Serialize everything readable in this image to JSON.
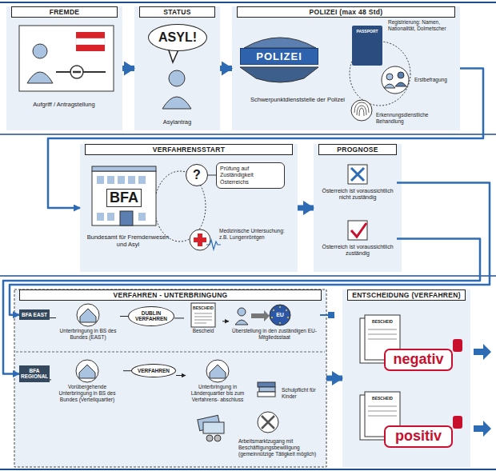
{
  "diagram": {
    "nodes": [
      {
        "text": [
          "FREMDE",
          "Aufgriff / Antragstellung"
        ]
      },
      {
        "text": [
          "STATUS",
          "Asylantrag"
        ]
      },
      {
        "text": [
          "ASYL!"
        ],
        "in": 1
      },
      {
        "text": [
          "POLIZEI (max 48 Std)",
          "Schwerpunktdienststelle der Polizei"
        ]
      },
      {
        "text": [
          "POLIZEI"
        ],
        "in": 3
      },
      {
        "text": [
          "PASSPORT"
        ],
        "in": 3
      },
      {
        "text": [
          "VERFAHRENSSTART",
          "Bundesamt für Fremdenwesen und Asyl"
        ]
      },
      {
        "text": [
          "BFA"
        ],
        "in": 6
      },
      {
        "text": [
          "?"
        ],
        "in": 6
      },
      {
        "text": [
          "Prüfung auf Zuständigkeit Österreichs"
        ],
        "in": 6
      },
      {
        "text": [
          "PROGNOSE"
        ]
      },
      {
        "text": [
          "Österreich ist voraussichtlich nicht zuständig"
        ],
        "in": 10
      },
      {
        "text": [
          "Österreich ist voraussichtlich zuständig"
        ],
        "in": 10
      },
      {
        "text": [
          "VERFAHREN - UNTERBRINGUNG"
        ]
      },
      {
        "text": [
          "BFA EAST"
        ],
        "in": 13
      },
      {
        "text": [
          "Unterbringung in BS des Bundes (EAST)"
        ],
        "in": 13
      },
      {
        "text": [
          "DUBLIN VERFAHREN"
        ],
        "in": 13
      },
      {
        "text": [
          "BESCHEID",
          "Bescheid"
        ],
        "in": 13
      },
      {
        "text": [
          "EU",
          "Überstellung in den zuständigen EU-Mitgliedsstaat"
        ],
        "in": 13
      },
      {
        "text": [
          "BFA REGIONAL"
        ],
        "in": 13
      },
      {
        "text": [
          "Vorübergehende Unterbringung in BS des Bundes (Verteilquartier)"
        ],
        "in": 13
      },
      {
        "text": [
          "VERFAHREN"
        ],
        "in": 13
      },
      {
        "text": [
          "Unterbringung in Länderquartier bis zum Verfahrens- abschluss"
        ],
        "in": 13
      },
      {
        "text": [
          "ENTSCHEIDUNG (VERFAHREN)"
        ]
      },
      {
        "text": [
          "BESCHEID",
          "negativ"
        ],
        "in": 23
      },
      {
        "text": [
          "BESCHEID",
          "positiv"
        ],
        "in": 23
      }
    ],
    "edges": [
      {
        "from": 0,
        "to": 1,
        "arrow": "to"
      },
      {
        "from": 1,
        "to": 3,
        "arrow": "to"
      },
      {
        "from": 3,
        "to": 6,
        "arrow": "to"
      },
      {
        "from": 6,
        "to": 10,
        "arrow": "to"
      },
      {
        "from": 11,
        "to": 14,
        "arrow": "to"
      },
      {
        "from": 12,
        "to": 19,
        "arrow": "to"
      },
      {
        "from": 14,
        "to": 15,
        "arrow": "none"
      },
      {
        "from": 15,
        "to": 16,
        "arrow": "none"
      },
      {
        "from": 16,
        "to": 17,
        "arrow": "none"
      },
      {
        "from": 17,
        "to": 18,
        "arrow": "to"
      },
      {
        "from": 19,
        "to": 20,
        "arrow": "none"
      },
      {
        "from": 20,
        "to": 21,
        "arrow": "none"
      },
      {
        "from": 21,
        "to": 22,
        "arrow": "to"
      },
      {
        "from": 13,
        "to": 23,
        "arrow": "to"
      }
    ],
    "labels": [
      "Registrierung: Namen, Nationalität, Dolmetscher",
      "Erstbefragung",
      "Erkennungsdienstliche Behandlung",
      "Medizinische Untersuchung: z.B. Lungenröntgen",
      "Schulpflicht für Kinder",
      "Arbeitsmarktzugang mit Beschäftigungsbewilligung (gemeinnützige Tätigkeit möglich)"
    ]
  }
}
